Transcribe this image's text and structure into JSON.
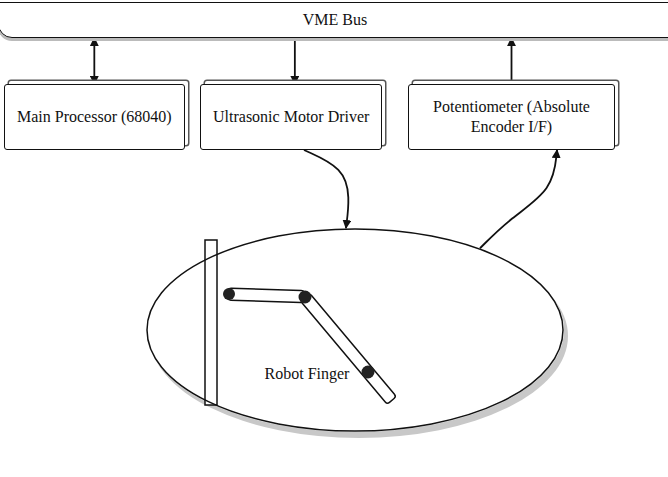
{
  "diagram": {
    "nodes": [
      {
        "text": [
          "VME Bus"
        ]
      },
      {
        "text": [
          "Main Processor (68040)"
        ]
      },
      {
        "text": [
          "Ultrasonic Motor Driver"
        ]
      },
      {
        "text": [
          "Potentiometer (Absolute Encoder I/F)"
        ]
      },
      {
        "text": [
          "Robot Finger"
        ]
      }
    ],
    "edges": [
      {
        "from": 0,
        "to": 1,
        "arrow": "both"
      },
      {
        "from": 0,
        "to": 2,
        "arrow": "to"
      },
      {
        "from": 3,
        "to": 0,
        "arrow": "to"
      },
      {
        "from": 2,
        "to": 4,
        "arrow": "to"
      },
      {
        "from": 4,
        "to": 3,
        "arrow": "to"
      }
    ]
  }
}
